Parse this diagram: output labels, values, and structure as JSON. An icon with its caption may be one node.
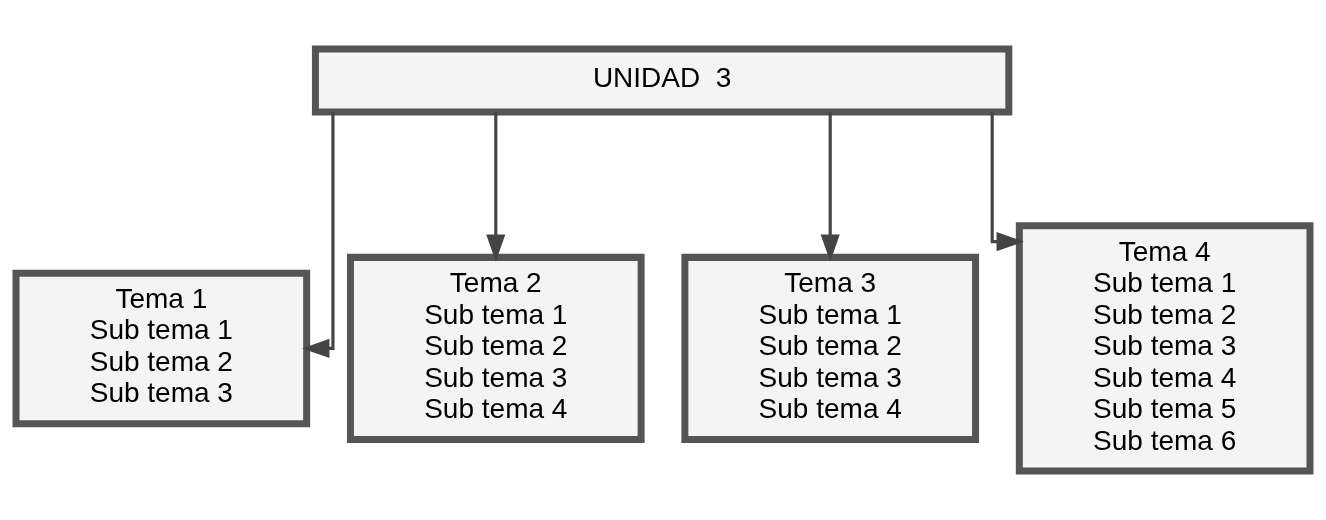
{
  "diagram": {
    "nodes": [
      {
        "text": [
          "UNIDAD  3"
        ]
      },
      {
        "text": [
          "Tema 1",
          "Sub tema 1",
          "Sub tema 2",
          "Sub tema 3"
        ]
      },
      {
        "text": [
          "Tema 2",
          "Sub tema 1",
          "Sub tema 2",
          "Sub tema 3",
          "Sub tema 4"
        ]
      },
      {
        "text": [
          "Tema 3",
          "Sub tema 1",
          "Sub tema 2",
          "Sub tema 3",
          "Sub tema 4"
        ]
      },
      {
        "text": [
          "Tema 4",
          "Sub tema 1",
          "Sub tema 2",
          "Sub tema 3",
          "Sub tema 4",
          "Sub tema 5",
          "Sub tema 6"
        ]
      }
    ],
    "edges": [
      {
        "from": 0,
        "to": 1,
        "arrow": "to"
      },
      {
        "from": 0,
        "to": 2,
        "arrow": "to"
      },
      {
        "from": 0,
        "to": 3,
        "arrow": "to"
      },
      {
        "from": 0,
        "to": 4,
        "arrow": "to"
      }
    ]
  }
}
